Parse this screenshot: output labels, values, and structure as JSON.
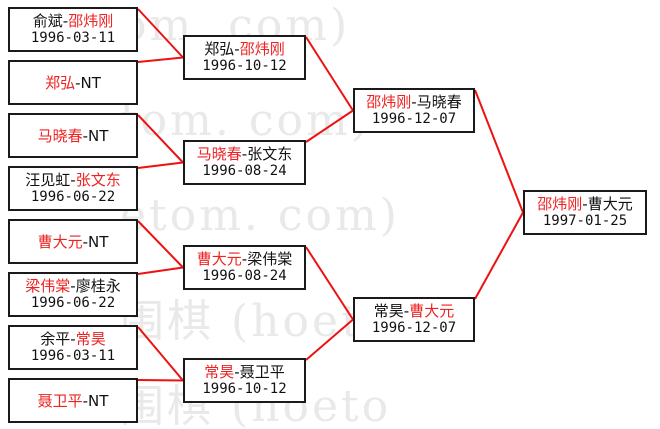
{
  "watermark": {
    "lines": [
      "om. com)",
      "tom. com)",
      "etom. com)",
      "围棋 (hoetom.",
      "围棋 (hoeto"
    ]
  },
  "colors": {
    "winner": "#ee2222",
    "loser": "#111111",
    "connector": "#ee1111",
    "box_border": "#1a1a1a",
    "background": "#ffffff",
    "watermark": "#e9e9e9"
  },
  "bracket": {
    "separator": "-",
    "rounds": [
      {
        "name": "round-1",
        "matches": [
          {
            "winner": "邵炜刚",
            "loser": "俞斌",
            "winner_first": false,
            "date": "1996-03-11"
          },
          {
            "winner": "郑弘",
            "loser": "NT",
            "winner_first": true,
            "date": ""
          },
          {
            "winner": "马晓春",
            "loser": "NT",
            "winner_first": true,
            "date": ""
          },
          {
            "winner": "张文东",
            "loser": "汪见虹",
            "winner_first": false,
            "date": "1996-06-22"
          },
          {
            "winner": "曹大元",
            "loser": "NT",
            "winner_first": true,
            "date": ""
          },
          {
            "winner": "梁伟棠",
            "loser": "廖桂永",
            "winner_first": true,
            "date": "1996-06-22"
          },
          {
            "winner": "常昊",
            "loser": "余平",
            "winner_first": false,
            "date": "1996-03-11"
          },
          {
            "winner": "聂卫平",
            "loser": "NT",
            "winner_first": true,
            "date": ""
          }
        ]
      },
      {
        "name": "round-2",
        "matches": [
          {
            "winner": "邵炜刚",
            "loser": "郑弘",
            "winner_first": false,
            "date": "1996-10-12"
          },
          {
            "winner": "马晓春",
            "loser": "张文东",
            "winner_first": true,
            "date": "1996-08-24"
          },
          {
            "winner": "曹大元",
            "loser": "梁伟棠",
            "winner_first": true,
            "date": "1996-08-24"
          },
          {
            "winner": "常昊",
            "loser": "聂卫平",
            "winner_first": true,
            "date": "1996-10-12"
          }
        ]
      },
      {
        "name": "semifinal",
        "matches": [
          {
            "winner": "邵炜刚",
            "loser": "马晓春",
            "winner_first": true,
            "date": "1996-12-07"
          },
          {
            "winner": "曹大元",
            "loser": "常昊",
            "winner_first": false,
            "date": "1996-12-07"
          }
        ]
      },
      {
        "name": "final",
        "matches": [
          {
            "winner": "邵炜刚",
            "loser": "曹大元",
            "winner_first": true,
            "date": "1997-01-25"
          }
        ]
      }
    ]
  },
  "layout": {
    "round_x": [
      8,
      183,
      353,
      523
    ],
    "round_width": [
      130,
      123,
      122,
      124
    ],
    "round_box_h": [
      45,
      45,
      45,
      45
    ],
    "round_y": [
      [
        7,
        60,
        113,
        166,
        219,
        272,
        325,
        378
      ],
      [
        35,
        140,
        245,
        358
      ],
      [
        88,
        297
      ],
      [
        190
      ]
    ]
  }
}
